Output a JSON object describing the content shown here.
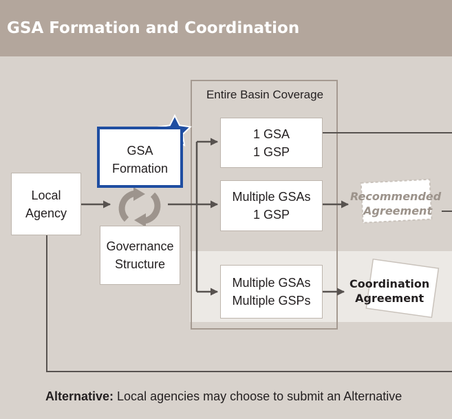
{
  "header": {
    "title": "GSA Formation and Coordination"
  },
  "diagram": {
    "local_agency": [
      "Local",
      "Agency"
    ],
    "gsa_formation": [
      "GSA",
      "Formation"
    ],
    "governance_structure": [
      "Governance",
      "Structure"
    ],
    "star_badge": "S",
    "basin": {
      "title": "Entire Basin Coverage",
      "options": [
        [
          "1 GSA",
          "1 GSP"
        ],
        [
          "Multiple GSAs",
          "1 GSP"
        ],
        [
          "Multiple GSAs",
          "Multiple GSPs"
        ]
      ]
    },
    "recommended_agreement": [
      "Recommended",
      "Agreement"
    ],
    "coordination_agreement": [
      "Coordination",
      "Agreement"
    ]
  },
  "footer": {
    "label": "Alternative:",
    "text": " Local agencies may choose to submit an Alternative"
  },
  "colors": {
    "header_bg": "#b3a69c",
    "canvas_bg": "#d8d2cc",
    "gsa_border": "#1f4ea1",
    "star_fill": "#1f4ea1",
    "arrow": "#57524f",
    "cycle_arrows": "#9d948d"
  },
  "icons": {
    "star": "star-icon",
    "cycle": "cycle-arrows-icon"
  }
}
